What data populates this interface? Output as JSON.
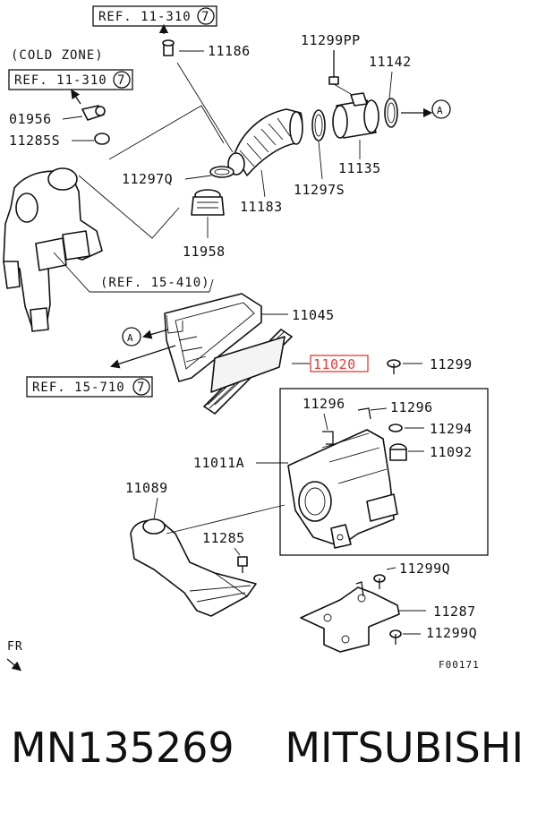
{
  "refs": {
    "r1": {
      "text": "REF. 11-310",
      "num": "7"
    },
    "r2": {
      "text": "REF. 11-310",
      "num": "7"
    },
    "r3": {
      "text": "(REF. 15-410)"
    },
    "r4": {
      "text": "REF. 15-710",
      "num": "7"
    }
  },
  "zone_label": "(COLD ZONE)",
  "callout_letter": "A",
  "parts": {
    "p11186": "11186",
    "p11299pp": "11299PP",
    "p11142": "11142",
    "p01956": "01956",
    "p11285s": "11285S",
    "p11297q": "11297Q",
    "p11135": "11135",
    "p11297s": "11297S",
    "p11183": "11183",
    "p11958": "11958",
    "p11045": "11045",
    "p11020": "11020",
    "p11299": "11299",
    "p11296a": "11296",
    "p11296b": "11296",
    "p11294": "11294",
    "p11092": "11092",
    "p11011a": "11011A",
    "p11089": "11089",
    "p11285": "11285",
    "p11299q_a": "11299Q",
    "p11287": "11287",
    "p11299q_b": "11299Q"
  },
  "fr_label": "FR",
  "figure_code": "F00171",
  "highlight_color": "#e53935",
  "caption": {
    "part_number": "MN135269",
    "brand": "MITSUBISHI"
  }
}
